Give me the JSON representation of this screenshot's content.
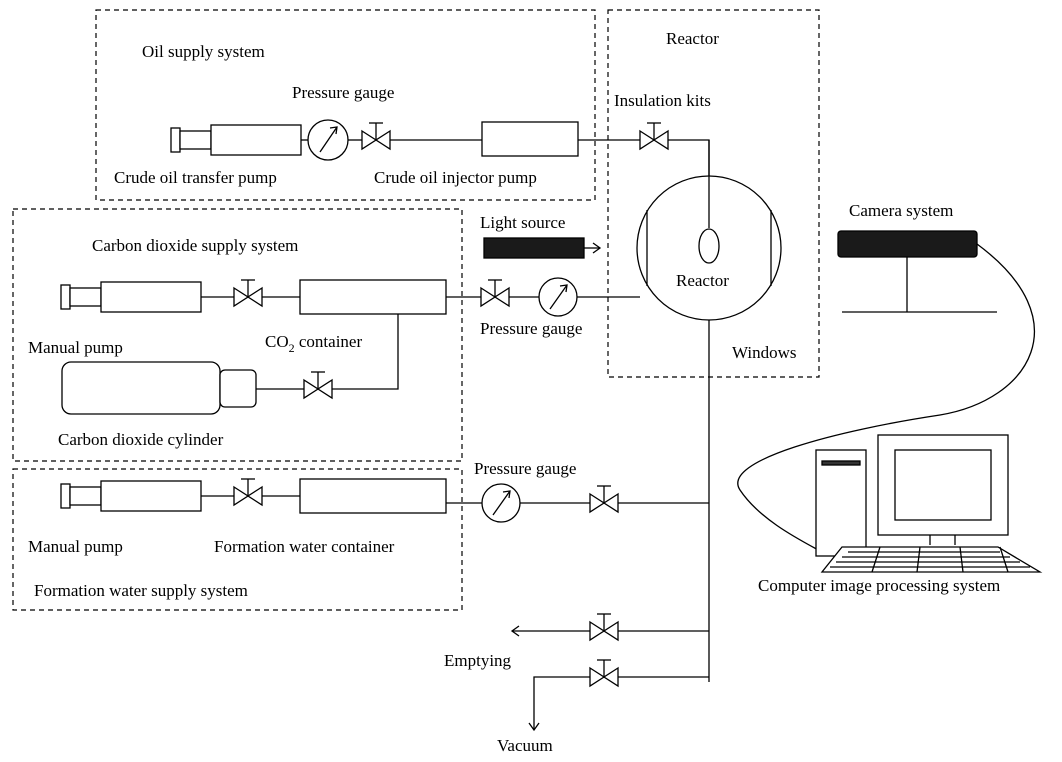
{
  "systems": {
    "oil": "Oil supply system",
    "reactor": "Reactor",
    "co2": "Carbon dioxide supply system",
    "water": "Formation water supply system"
  },
  "labels": {
    "pressure_gauge_oil": "Pressure gauge",
    "crude_oil_transfer_pump": "Crude oil transfer pump",
    "crude_oil_injector_pump": "Crude oil injector pump",
    "insulation_kits": "Insulation kits",
    "light_source": "Light source",
    "reactor_vessel": "Reactor",
    "windows": "Windows",
    "manual_pump_co2": "Manual pump",
    "co2_container_prefix": "CO",
    "co2_container_sub": "2",
    "co2_container_suffix": " container",
    "carbon_dioxide_cylinder": "Carbon dioxide cylinder",
    "pressure_gauge_co2": "Pressure gauge",
    "camera_system": "Camera system",
    "pressure_gauge_water": "Pressure gauge",
    "manual_pump_water": "Manual pump",
    "formation_water_container": "Formation water container",
    "computer_image_processing_system": "Computer image processing system",
    "emptying": "Emptying",
    "vacuum": "Vacuum"
  },
  "icons": {
    "valve": "valve-icon",
    "gauge": "pressure-gauge-icon",
    "pump": "syringe-pump-icon",
    "computer": "computer-icon",
    "camera": "camera-icon"
  }
}
